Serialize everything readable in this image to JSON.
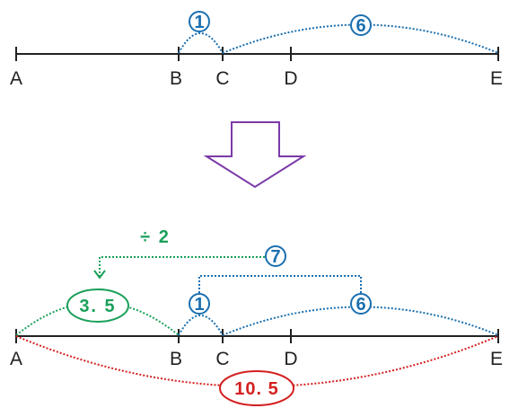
{
  "points": [
    "A",
    "B",
    "C",
    "D",
    "E"
  ],
  "top": {
    "bc_label": "1",
    "ce_label": "6"
  },
  "bottom": {
    "bc_label": "1",
    "ce_label": "6",
    "be_label": "7",
    "operation": "÷ 2",
    "ab_value": "3. 5",
    "ae_value": "10. 5"
  },
  "colors": {
    "line": "#222222",
    "blue": "#1a6fb0",
    "green": "#1aa05a",
    "red": "#d42020",
    "arrow": "#7a3aa8"
  }
}
